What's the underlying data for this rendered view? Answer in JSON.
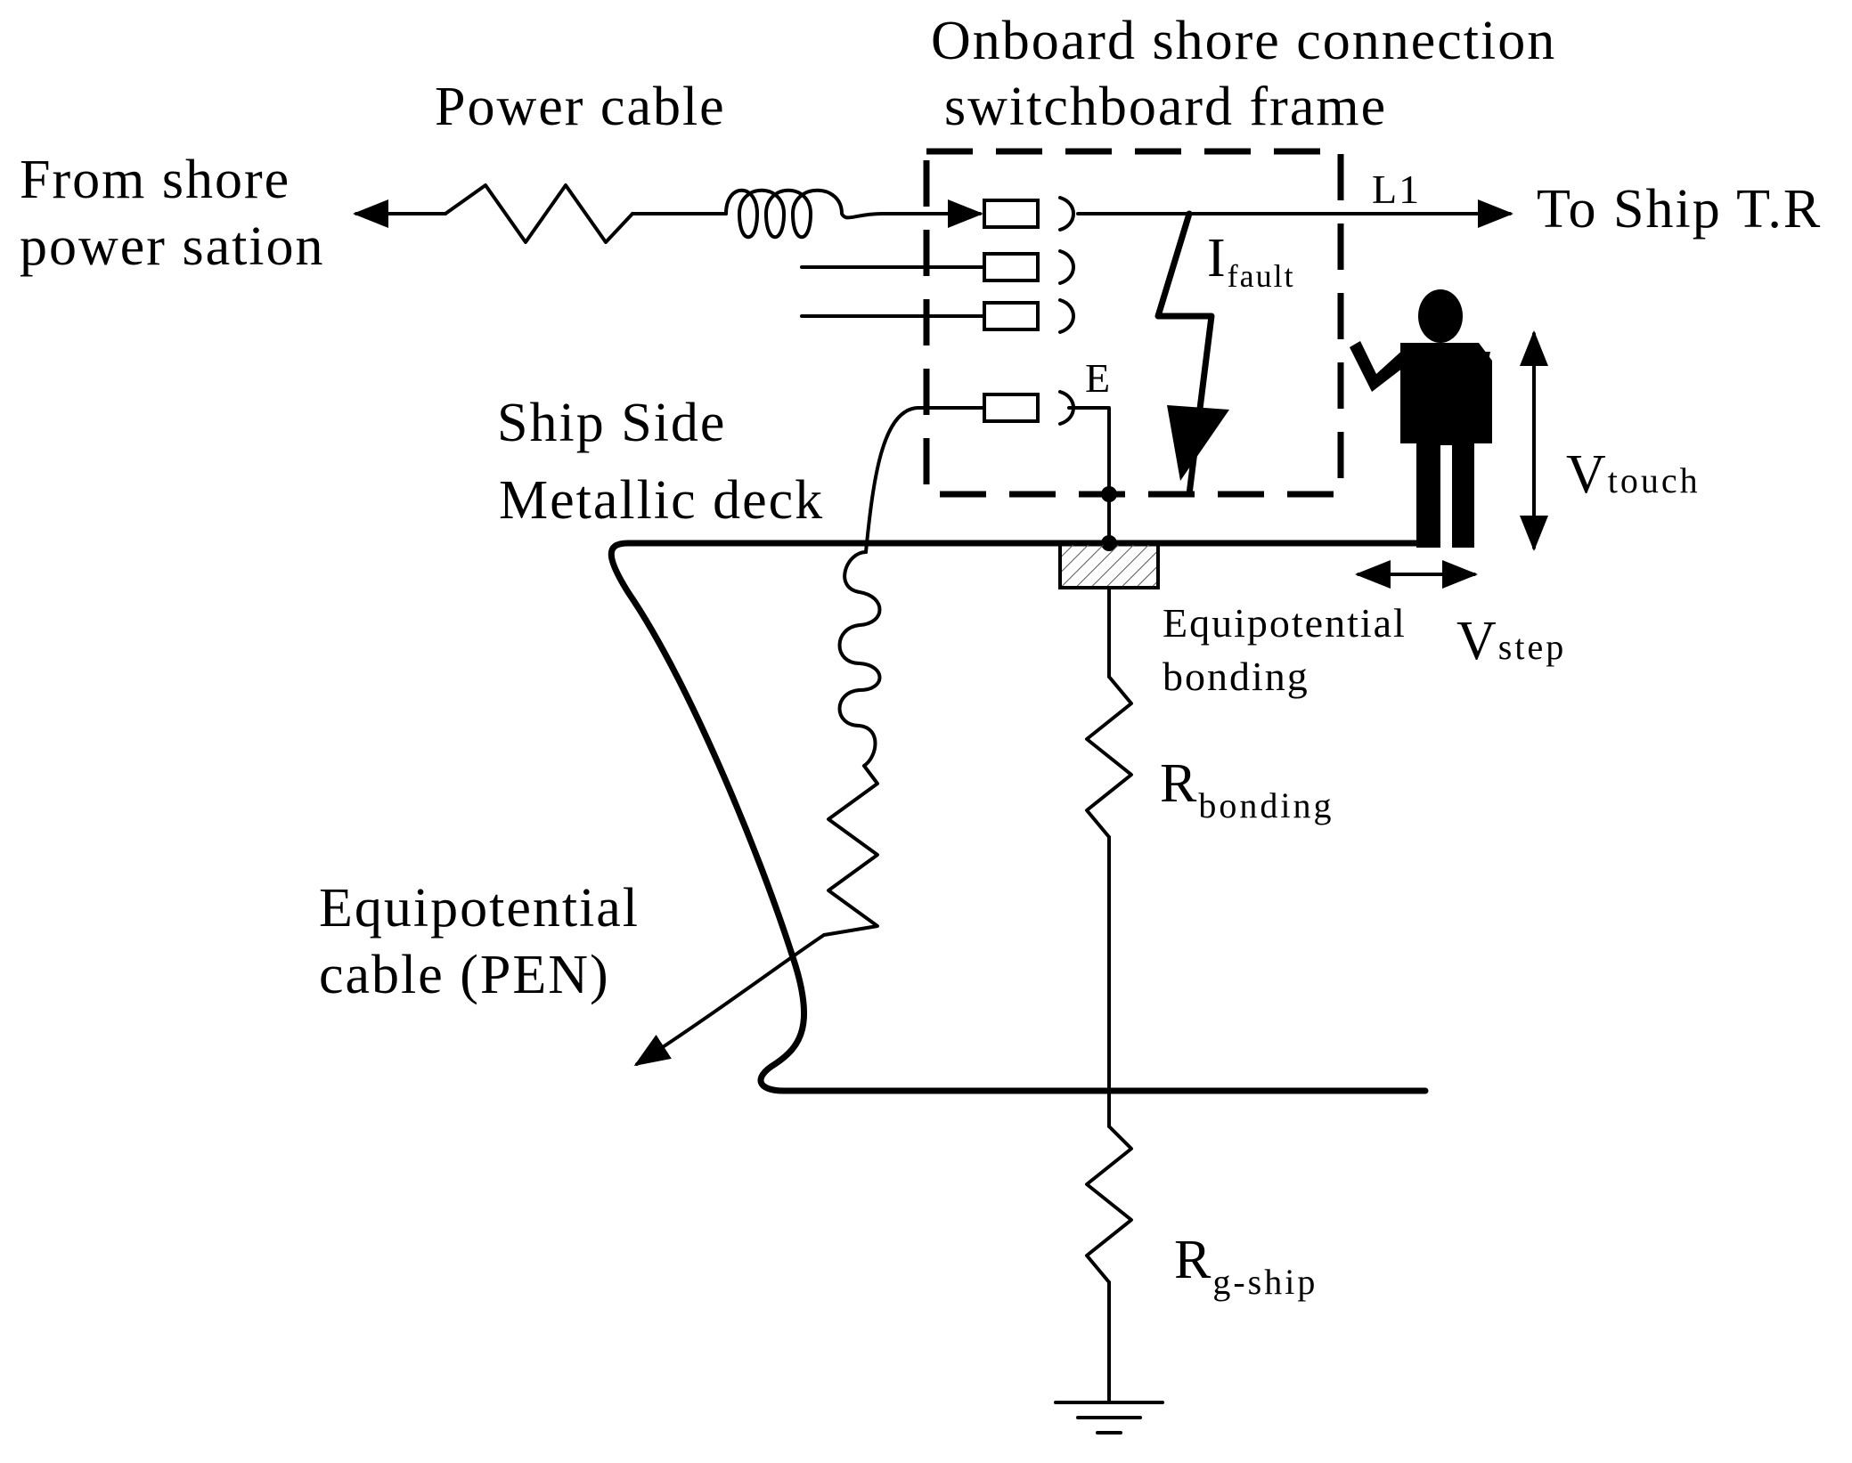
{
  "labels": {
    "from_shore": "From shore",
    "power_station": "power sation",
    "power_cable": "Power cable",
    "frame_line1": "Onboard shore connection",
    "frame_line2": "switchboard frame",
    "l1": "L1",
    "to_ship": "To Ship T.R",
    "i_fault_main": "I",
    "i_fault_sub": "fault",
    "e_terminal": "E",
    "ship_side": "Ship Side",
    "metallic_deck": "Metallic deck",
    "v_touch_main": "V",
    "v_touch_sub": "touch",
    "equip_bonding_line1": "Equipotential",
    "equip_bonding_line2": "bonding",
    "v_step_main": "V",
    "v_step_sub": "step",
    "r_bonding_main": "R",
    "r_bonding_sub": "bonding",
    "equip_cable_line1": "Equipotential",
    "equip_cable_line2": "cable (PEN)",
    "r_gship_main": "R",
    "r_gship_sub": "g-ship"
  }
}
